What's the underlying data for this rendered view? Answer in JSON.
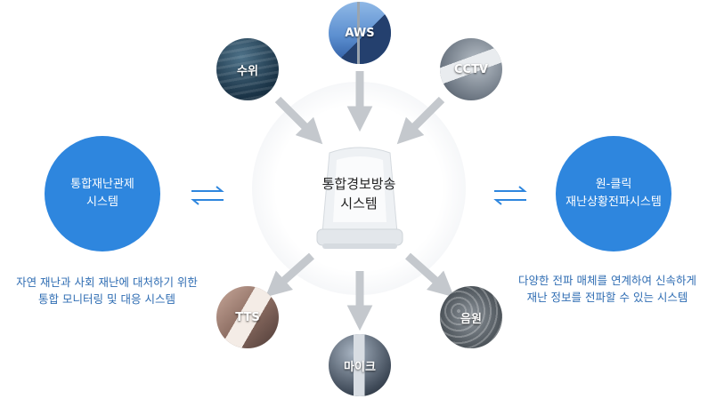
{
  "center": {
    "lines": [
      "통합경보방송",
      "시스템"
    ]
  },
  "inputs": [
    {
      "id": "water",
      "label": "수위",
      "icon": "water-level-photo"
    },
    {
      "id": "aws",
      "label": "AWS",
      "icon": "weather-station-photo"
    },
    {
      "id": "cctv",
      "label": "CCTV",
      "icon": "cctv-camera-photo"
    }
  ],
  "outputs": [
    {
      "id": "tts",
      "label": "TTS",
      "icon": "smartphone-photo"
    },
    {
      "id": "mic",
      "label": "마이크",
      "icon": "microphone-photo"
    },
    {
      "id": "sound",
      "label": "음원",
      "icon": "audio-equipment-photo"
    }
  ],
  "left_system": {
    "lines": [
      "통합재난관제",
      "시스템"
    ],
    "desc": [
      "자연 재난과 사회 재난에 대처하기 위한",
      "통합 모니터링 및 대응 시스템"
    ]
  },
  "right_system": {
    "lines": [
      "원-클릭",
      "재난상황전파시스템"
    ],
    "desc": [
      "다양한 전파 매체를 연계하여 신속하게",
      "재난 정보를 전파할 수 있는 시스템"
    ]
  },
  "colors": {
    "accent": "#2e86de",
    "desc_text": "#2f6db3",
    "arrow": "#c4c8cd",
    "swap_arrow": "#2e86de"
  }
}
